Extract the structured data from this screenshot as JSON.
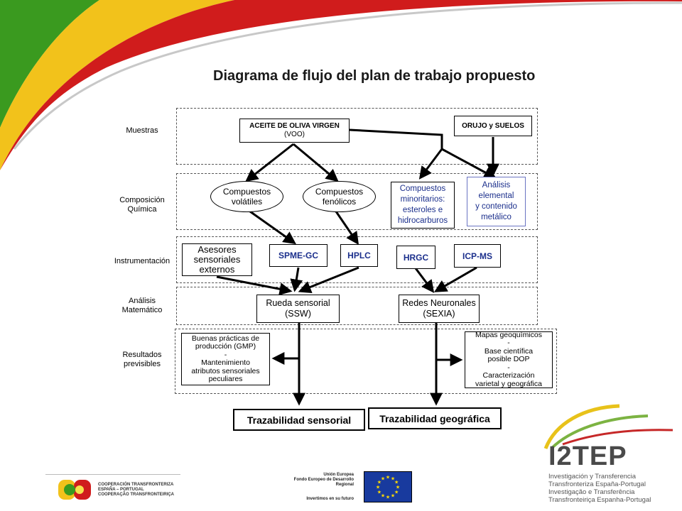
{
  "title": "Diagrama de flujo del plan de trabajo propuesto",
  "row_labels": {
    "muestras": "Muestras",
    "composicion": "Composición\nQuímica",
    "instrumentacion": "Instrumentación",
    "analisis": "Análisis\nMatemático",
    "resultados": "Resultados\nprevisibles"
  },
  "nodes": {
    "aceite_line1": "ACEITE DE OLIVA VIRGEN",
    "aceite_line2": "(VOO)",
    "orujo": "ORUJO y SUELOS",
    "volatiles": "Compuestos\nvolátiles",
    "fenolicos": "Compuestos\nfenólicos",
    "minoritarios": "Compuestos\nminoritarios:\nesteroles e\nhidrocarburos",
    "elemental": "Análisis\nelemental\ny contenido\nmetálico",
    "asesores": "Asesores\nsensoriales\nexternos",
    "spme": "SPME-GC",
    "hplc": "HPLC",
    "hrgc": "HRGC",
    "icpms": "ICP-MS",
    "rueda": "Rueda sensorial\n(SSW)",
    "redes": "Redes Neuronales\n(SEXIA)",
    "buenas": "Buenas prácticas de\nproducción (GMP)\n-\nMantenimiento\natributos sensoriales\npeculiares",
    "mapas": "Mapas geoquímicos\n-\nBase científica\nposible DOP\n-\nCaracterización\nvarietal y geográfica",
    "traz_sensorial": "Trazabilidad sensorial",
    "traz_geografica": "Trazabilidad geográfica"
  },
  "footer": {
    "programa_lines": "COOPERACIÓN TRANSFRONTERIZA\nESPAÑA – PORTUGAL\nCOOPERAÇÃO TRANSFRONTEIRIÇA",
    "eu_lines": "Unión Europea\nFondo Europeo de Desarrollo\nRegional",
    "eu_slogan": "Invertimos en su futuro",
    "i2tep": "I2TEP",
    "i2tep_sub": "Investigación y Transferencia\nTransfronteriza España-Portugal\nInvestigação e Transferência\nTransfronteiriça Espanha-Portugal"
  },
  "colors": {
    "swoosh_green": "#3a9a1f",
    "swoosh_yellow": "#f2c21b",
    "swoosh_red": "#d01c1c",
    "eu_blue": "#183a9e",
    "eu_star": "#ffdd00",
    "text_blue": "#1b2f8c"
  }
}
